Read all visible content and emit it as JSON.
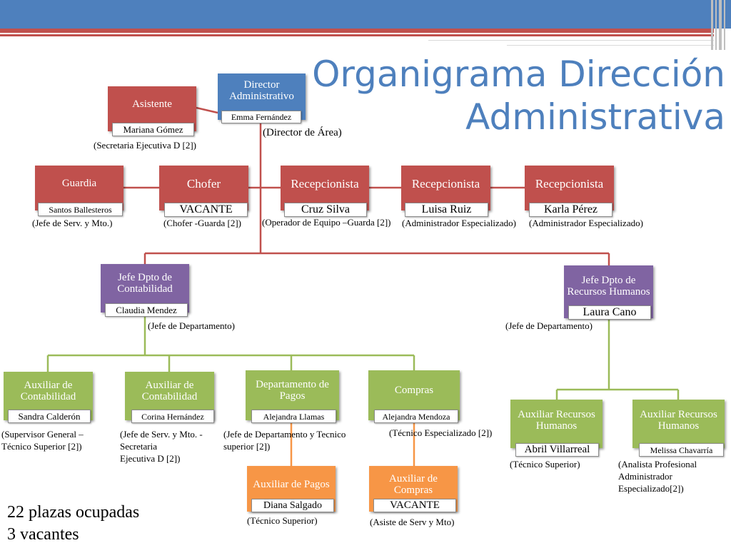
{
  "title": "Organigrama Dirección Administrativa",
  "colors": {
    "blue": "#4e80bd",
    "red": "#c0504d",
    "purple": "#8064a2",
    "green": "#9bbb59",
    "orange": "#f79646"
  },
  "director": {
    "role": "Director Administrativo",
    "name": "Emma Fernández",
    "note": "(Director de Área)"
  },
  "asistente": {
    "role": "Asistente",
    "name": "Mariana Gómez",
    "note": "(Secretaria Ejecutiva D [2])"
  },
  "guardia": {
    "role": "Guardia",
    "name": "Santos Ballesteros",
    "note": "(Jefe de Serv. y Mto.)"
  },
  "chofer": {
    "role": "Chofer",
    "name": "VACANTE",
    "note": "(Chofer -Guarda [2])"
  },
  "recep1": {
    "role": "Recepcionista",
    "name": "Cruz Silva",
    "note": "(Operador de Equipo –Guarda [2])"
  },
  "recep2": {
    "role": "Recepcionista",
    "name": "Luisa Ruiz",
    "note": "(Administrador Especializado)"
  },
  "recep3": {
    "role": "Recepcionista",
    "name": "Karla Pérez",
    "note": "(Administrador Especializado)"
  },
  "jefe_contabilidad": {
    "role": "Jefe Dpto de Contabilidad",
    "name": "Claudia Mendez",
    "note": "(Jefe de Departamento)"
  },
  "jefe_rh": {
    "role": "Jefe Dpto de Recursos Humanos",
    "name": "Laura Cano",
    "note": "(Jefe de Departamento)"
  },
  "aux_cont1": {
    "role": "Auxiliar de Contabilidad",
    "name": "Sandra Calderón",
    "note_lines": [
      "(Supervisor General –",
      "Técnico Superior [2])"
    ]
  },
  "aux_cont2": {
    "role": "Auxiliar de Contabilidad",
    "name": "Corina Hernández",
    "note_lines": [
      "(Jefe de Serv. y Mto. -",
      "Secretaria",
      "Ejecutiva D [2])"
    ]
  },
  "depto_pagos": {
    "role": "Departamento de Pagos",
    "name": "Alejandra Llamas",
    "note_lines": [
      "(Jefe de Departamento y Tecnico",
      "superior [2])"
    ]
  },
  "compras": {
    "role": "Compras",
    "name": "Alejandra Mendoza",
    "note": "(Técnico Especializado [2])"
  },
  "aux_pagos": {
    "role": "Auxiliar de Pagos",
    "name": "Diana Salgado",
    "note": "(Técnico Superior)"
  },
  "aux_compras": {
    "role": "Auxiliar de Compras",
    "name": "VACANTE",
    "note": "(Asiste de Serv y Mto)"
  },
  "aux_rh1": {
    "role": "Auxiliar Recursos Humanos",
    "name": "Abril Villarreal",
    "note": "(Técnico Superior)"
  },
  "aux_rh2": {
    "role": "Auxiliar Recursos Humanos",
    "name": "Melissa Chavarría",
    "note_lines": [
      "(Analista Profesional",
      "Administrador",
      "Especializado[2])"
    ]
  },
  "summary": {
    "occupied": "22 plazas ocupadas",
    "vacant": "3 vacantes"
  }
}
